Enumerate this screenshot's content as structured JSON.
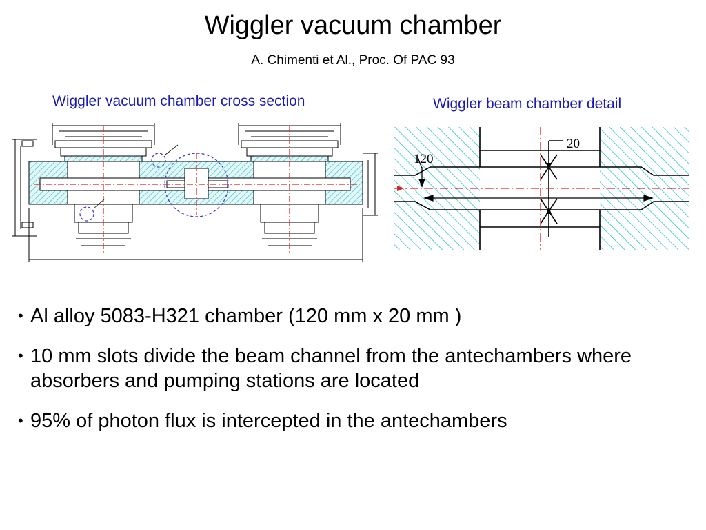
{
  "slide": {
    "title": "Wiggler vacuum chamber",
    "subtitle": "A. Chimenti et Al., Proc. Of PAC 93"
  },
  "figures": {
    "cross_section": {
      "caption": "Wiggler vacuum chamber cross section"
    },
    "detail": {
      "caption": "Wiggler beam chamber detail",
      "dim_width": "120",
      "dim_height": "20"
    }
  },
  "bullets": [
    {
      "marker": "•",
      "text": "Al alloy 5083-H321 chamber (120 mm x 20 mm )"
    },
    {
      "marker": "•",
      "text": "10 mm slots divide the beam channel from the antechambers where absorbers and pumping stations are located"
    },
    {
      "marker": "•",
      "text": "95% of photon flux is intercepted in the antechambers"
    }
  ],
  "colors": {
    "caption": "#1a1ab8",
    "hatch": "#29c4cf",
    "axis": "#e02020",
    "highlight": "#3a3ad8"
  }
}
